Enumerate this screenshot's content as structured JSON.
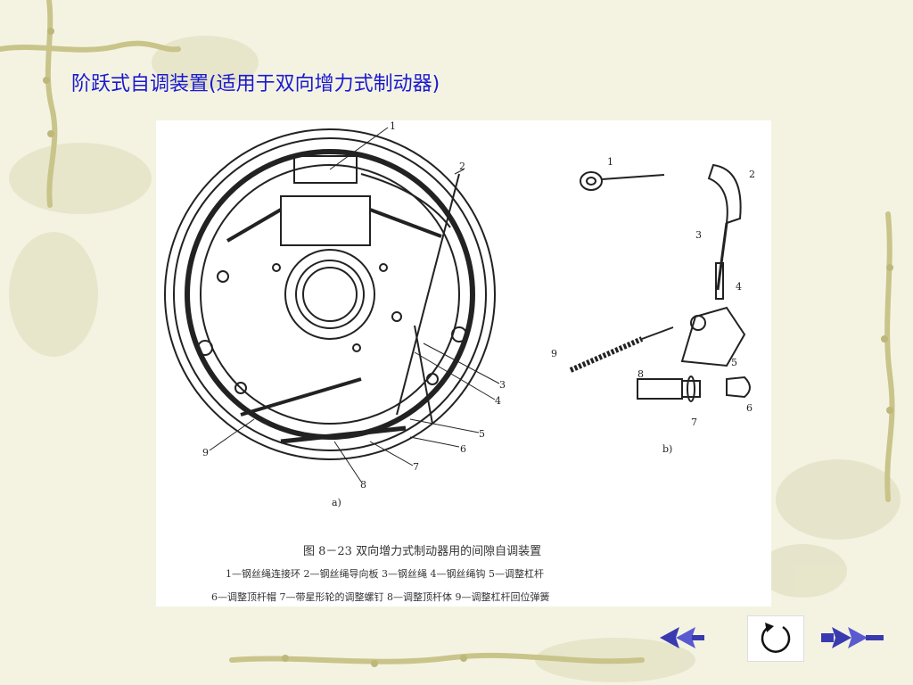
{
  "slide": {
    "title": "阶跃式自调装置(适用于双向增力式制动器)"
  },
  "figure": {
    "part_a_label": "a)",
    "part_b_label": "b)",
    "callouts_a": [
      "1",
      "2",
      "3",
      "4",
      "5",
      "6",
      "7",
      "8",
      "9"
    ],
    "callouts_b": [
      "1",
      "2",
      "3",
      "4",
      "5",
      "6",
      "7",
      "8",
      "9"
    ],
    "caption_title": "图 8－23   双向增力式制动器用的间隙自调装置",
    "caption_line1": "1—钢丝绳连接环   2—钢丝绳导向板   3—钢丝绳   4—钢丝绳钩   5—调整杠杆",
    "caption_line2": "6—调整顶杆帽   7—带星形轮的调整螺钉   8—调整顶杆体   9—调整杠杆回位弹簧"
  },
  "nav": {
    "prev_icon": "double-left-arrow-icon",
    "home_icon": "return-circle-icon",
    "next_icon": "double-right-arrow-icon",
    "arrow_color": "#3a3ab0"
  },
  "theme": {
    "title_color": "#1a1ad0",
    "background": "#f4f3e2",
    "vine_color": "#c9c48a"
  }
}
